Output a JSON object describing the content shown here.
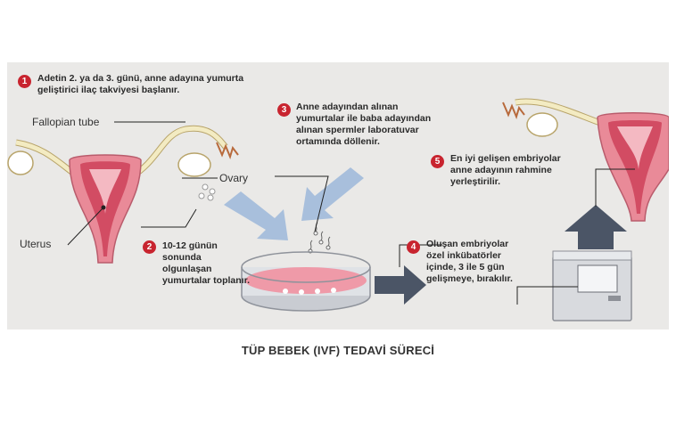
{
  "steps": [
    {
      "num": "1",
      "text": "Adetin 2. ya da 3. günü, anne adayına yumurta geliştirici ilaç takviyesi başlanır."
    },
    {
      "num": "2",
      "text": "10-12 günün sonunda olgunlaşan yumurtalar toplanır."
    },
    {
      "num": "3",
      "text": "Anne adayından alınan yumurtalar ile baba adayından alınan spermler laboratuvar ortamında döllenir."
    },
    {
      "num": "4",
      "text": "Oluşan embriyolar özel inkübatörler içinde, 3 ile 5 gün gelişmeye, bırakılır."
    },
    {
      "num": "5",
      "text": "En iyi gelişen embriyolar anne adayının rahmine yerleştirilir."
    }
  ],
  "labels": {
    "fallopian": "Fallopian tube",
    "ovary": "Ovary",
    "uterus": "Uterus"
  },
  "caption": "TÜP BEBEK (IVF) TEDAVİ SÜRECİ",
  "colors": {
    "badge": "#c8242f",
    "arrow_blue": "#9fb8d6",
    "arrow_dark": "#4b5566",
    "uterus": "#e07a8a",
    "panel": "#eae9e7",
    "tube": "#efe6b8"
  }
}
